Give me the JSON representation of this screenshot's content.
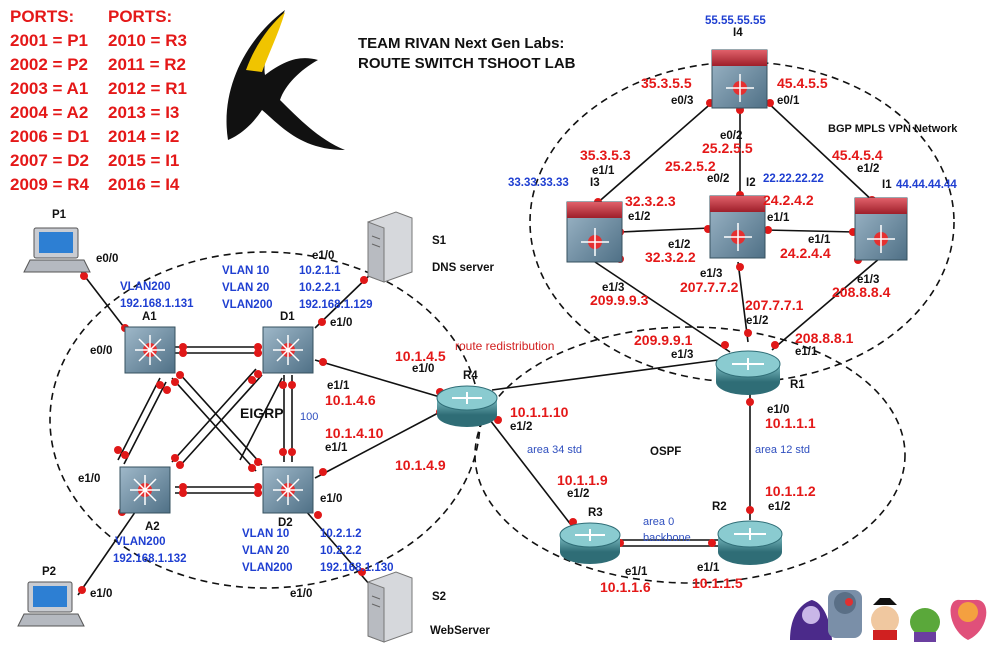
{
  "ports_header_left": "PORTS:",
  "ports_header_right": "PORTS:",
  "ports_left": [
    "2001 = P1",
    "2002 = P2",
    "2003 = A1",
    "2004 = A2",
    "2006 = D1",
    "2007 = D2",
    "2009 = R4"
  ],
  "ports_right": [
    "2010 = R3",
    "2011 = R2",
    "2012 = R1",
    "2013 = I3",
    "2014 = I2",
    "2015 = I1",
    "2016 = I4"
  ],
  "title_line1": "TEAM RIVAN Next Gen Labs:",
  "title_line2": "ROUTE SWITCH TSHOOT LAB",
  "areas": {
    "eigrp": "EIGRP",
    "eigrp_as": "100",
    "ospf": "OSPF",
    "bgp": "BGP MPLS VPN Network",
    "route_redistribution": "route redistribution",
    "area34": "area 34 std",
    "area12": "area 12 std",
    "area0_line1": "area 0",
    "area0_line2": "backbone"
  },
  "devices": {
    "p1": "P1",
    "p2": "P2",
    "a1": "A1",
    "a2": "A2",
    "d1": "D1",
    "d2": "D2",
    "s1": "S1",
    "s1_desc": "DNS server",
    "s2": "S2",
    "s2_desc": "WebServer",
    "r1": "R1",
    "r2": "R2",
    "r3": "R3",
    "r4": "R4",
    "i1": "I1",
    "i2": "I2",
    "i3": "I3",
    "i4": "I4"
  },
  "interfaces": {
    "p1_e00": "e0/0",
    "a1_e00": "e0/0",
    "a2_e10": "e1/0",
    "p2_e10": "e1/0",
    "s1_e10": "e1/0",
    "d1_e10": "e1/0",
    "d1_e11": "e1/1",
    "d2_e11": "e1/1",
    "d2_e10": "e1/0",
    "s2_e10": "e1/0",
    "r4_e10": "e1/0",
    "r4_e12": "e1/2",
    "r3_e12": "e1/2",
    "r3_e11": "e1/1",
    "r2_e11": "e1/1",
    "r2_e12": "e1/2",
    "r1_e10": "e1/0",
    "r1_e11": "e1/1",
    "r1_e12": "e1/2",
    "r1_e13": "e1/3",
    "i4_e03": "e0/3",
    "i4_e01": "e0/1",
    "i4_e02": "e0/2",
    "i3_e11": "e1/1",
    "i3_e12": "e1/2",
    "i3_e13": "e1/3",
    "i2_e02": "e0/2",
    "i2_e11": "e1/1",
    "i2_e12": "e1/2",
    "i2_e13": "e1/3",
    "i1_e12": "e1/2",
    "i1_e11": "e1/1",
    "i1_e13": "e1/3"
  },
  "vlan_blocks": {
    "p1": [
      "VLAN200",
      "192.168.1.131"
    ],
    "p2": [
      "VLAN200",
      "192.168.1.132"
    ],
    "d1_vlans": [
      "VLAN 10",
      "VLAN 20",
      "VLAN200"
    ],
    "d1_ips": [
      "10.2.1.1",
      "10.2.2.1",
      "192.168.1.129"
    ],
    "d2_vlans": [
      "VLAN 10",
      "VLAN 20",
      "VLAN200"
    ],
    "d2_ips": [
      "10.2.1.2",
      "10.2.2.2",
      "192.168.1.130"
    ]
  },
  "loopbacks": {
    "i4": "55.55.55.55",
    "i3": "33.33.33.33",
    "i2": "22.22.22.22",
    "i1": "44.44.44.44"
  },
  "ips": {
    "r4_e10": "10.1.4.5",
    "d1_e11": "10.1.4.6",
    "d2_e11_a": "10.1.4.10",
    "d2_e11_b": "10.1.4.9",
    "r4_e12": "10.1.1.10",
    "r3_e12": "10.1.1.9",
    "r3_e11": "10.1.1.6",
    "r2_e11": "10.1.1.5",
    "r2_e12": "10.1.1.2",
    "r1_e10": "10.1.1.1",
    "i4_e03": "35.3.5.5",
    "i4_e01": "45.4.5.5",
    "i4_e02": "25.2.5.5",
    "i3_e11": "35.3.5.3",
    "i2_e02": "25.2.5.2",
    "i3_e12": "32.3.2.3",
    "i2_e12": "32.3.2.2",
    "i2_e11": "24.2.4.2",
    "i1_e11": "24.2.4.4",
    "i1_e12": "45.4.5.4",
    "i3_e13": "209.9.9.3",
    "i2_e13": "207.7.7.2",
    "r1_e12": "207.7.7.1",
    "i1_e13": "208.8.8.4",
    "r1_e13": "209.9.9.1",
    "r1_e11": "208.8.8.1"
  },
  "colors": {
    "red": "#e41818",
    "blue": "#1f3fd1",
    "switch": "#6f8fa6",
    "router": "#4d8f96",
    "isp": "#c8323c"
  }
}
